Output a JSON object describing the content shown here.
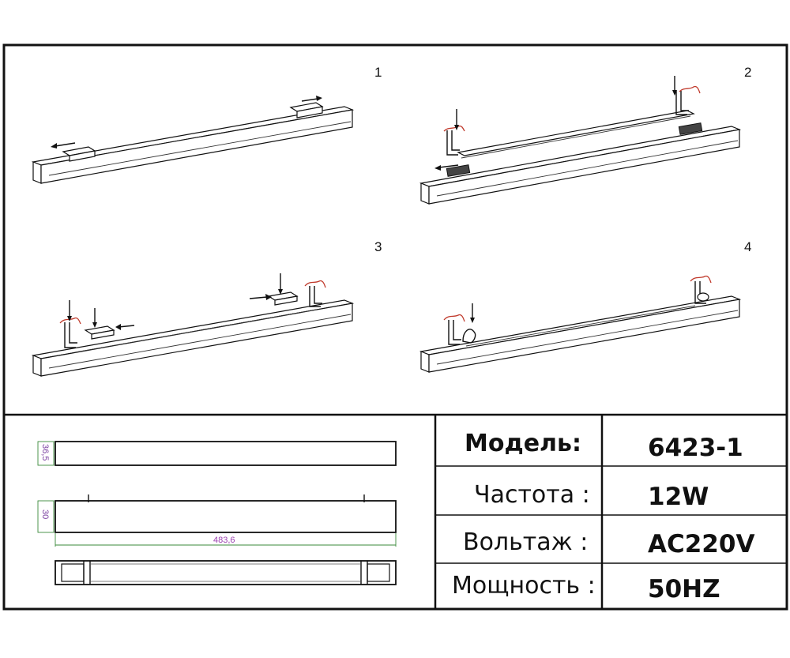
{
  "steps": [
    "1",
    "2",
    "3",
    "4"
  ],
  "dimensions": {
    "height_top": "36,5",
    "height_side": "30",
    "length": "483,6"
  },
  "spec_table": {
    "rows": [
      {
        "label": "Модель:",
        "value": "6423-1"
      },
      {
        "label": "Частота :",
        "value": "12W"
      },
      {
        "label": "Вольтаж :",
        "value": "AC220V"
      },
      {
        "label": "Мощность :",
        "value": "50HZ"
      }
    ]
  },
  "colors": {
    "line": "#111111",
    "dimension": "#9b3fb0",
    "dimension_green": "#3a8a3a",
    "wire": "#c0392b"
  }
}
